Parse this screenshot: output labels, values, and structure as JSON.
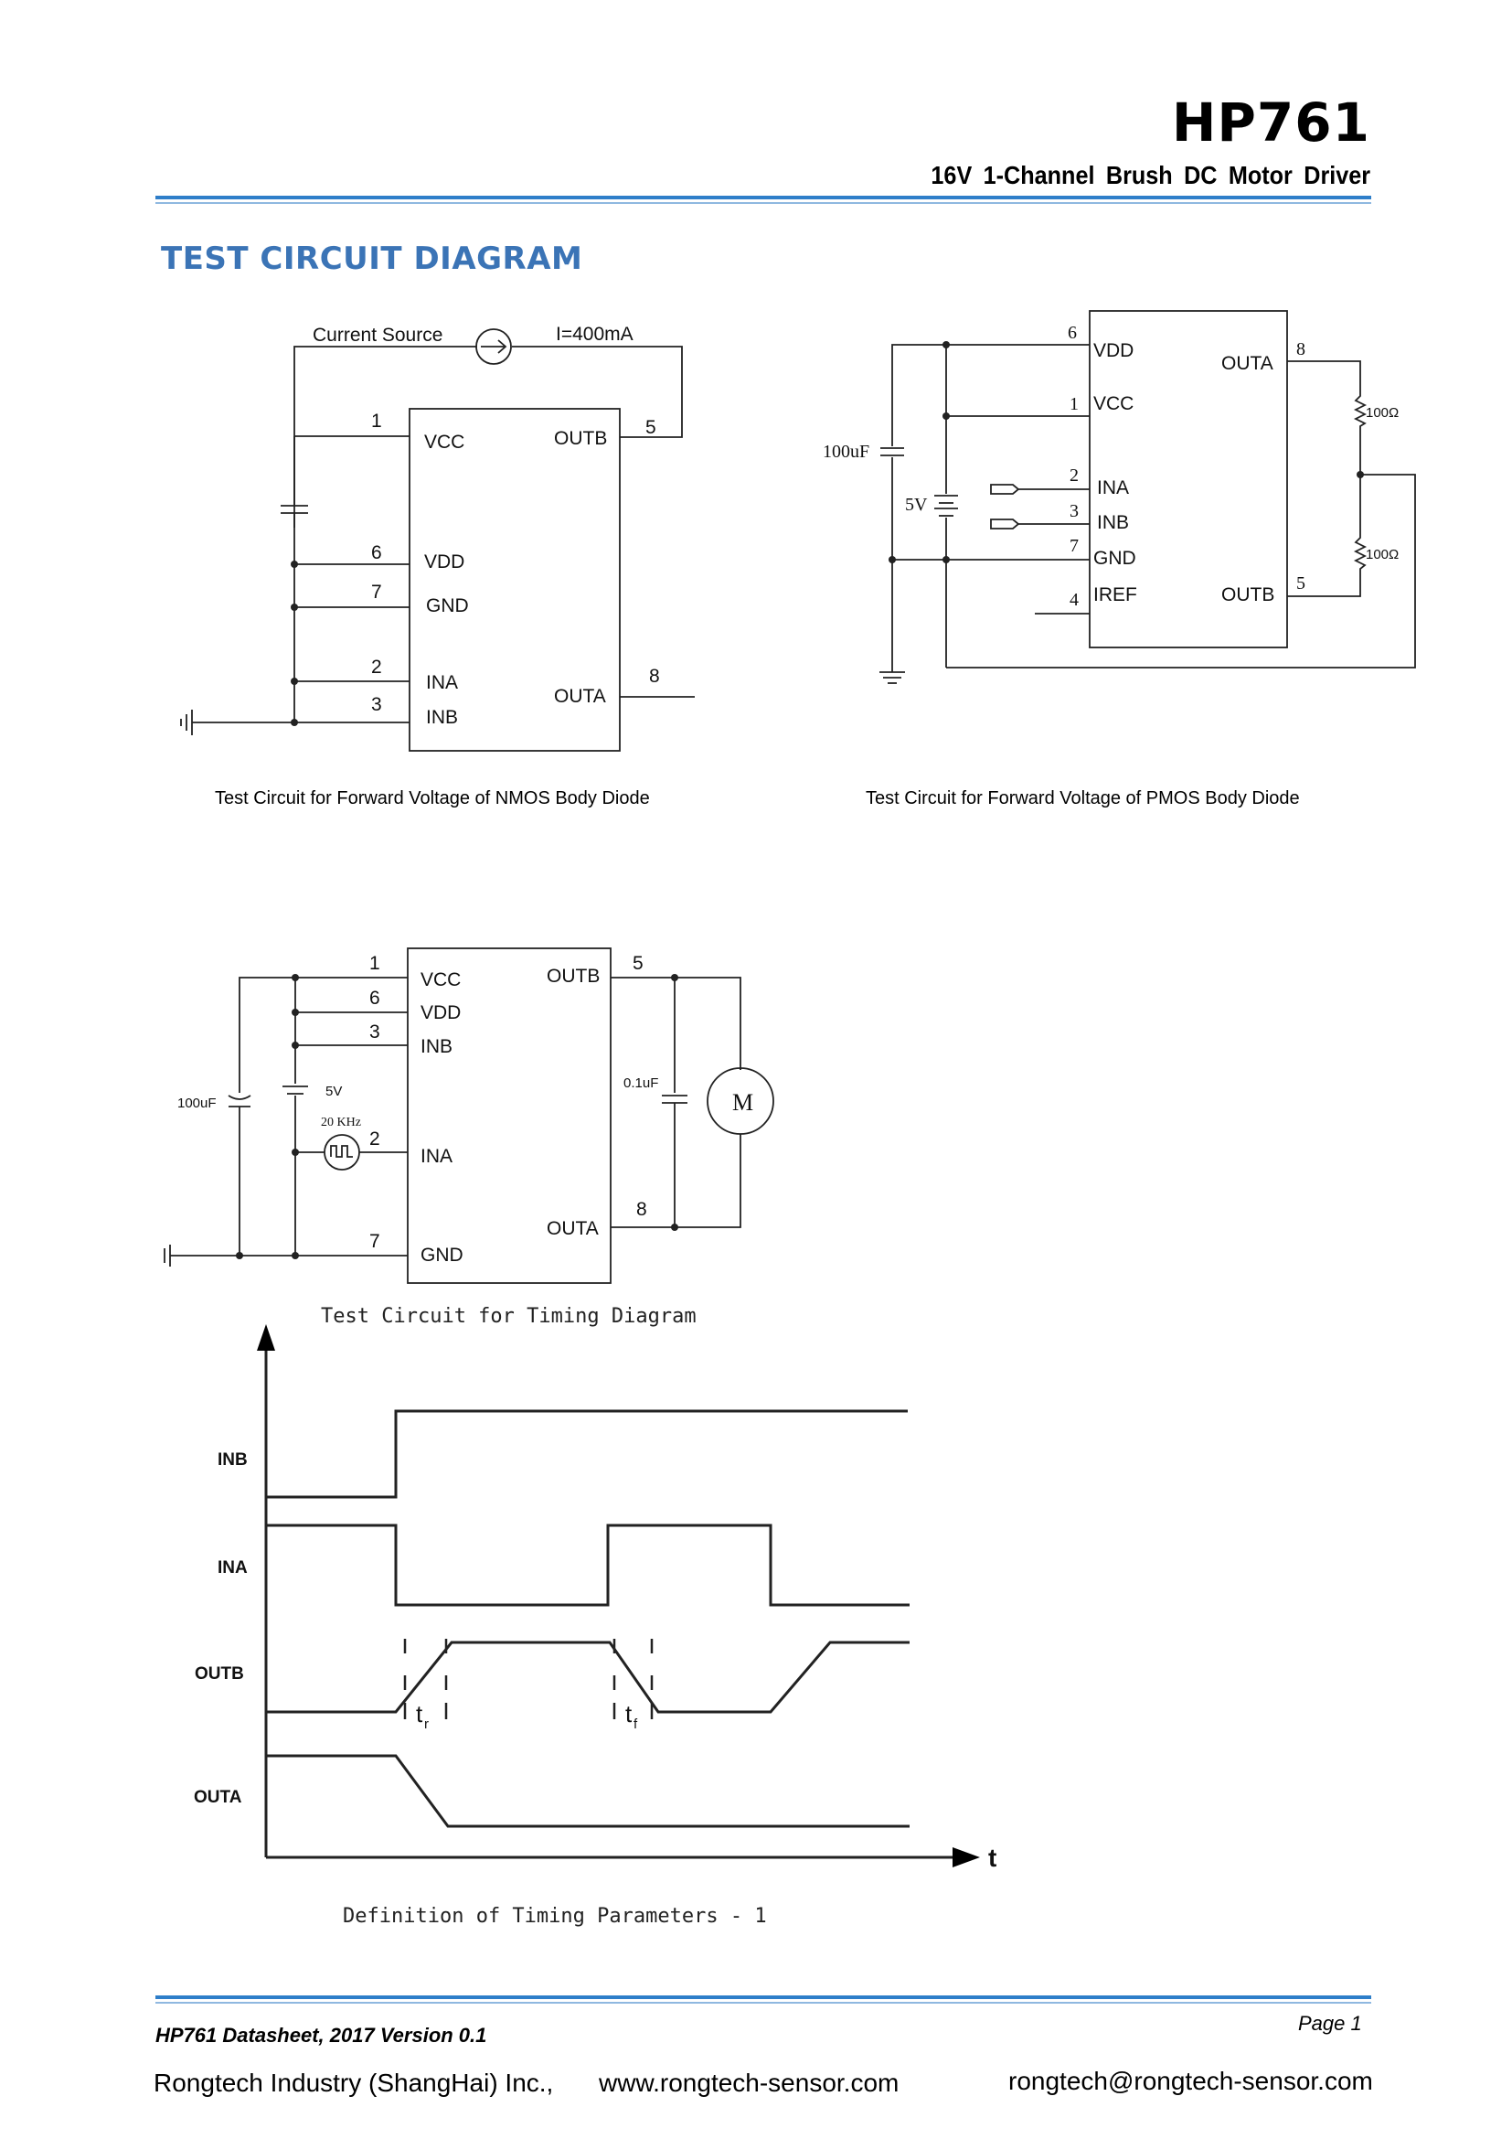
{
  "header": {
    "title": "HP761",
    "subtitle": "16V 1-Channel Brush DC Motor Driver"
  },
  "section_title": "TEST CIRCUIT DIAGRAM",
  "circuit1": {
    "source_label": "Current Source",
    "current_label": "I=400mA",
    "caption": "Test Circuit for Forward Voltage of NMOS Body Diode",
    "pins": {
      "vcc": "VCC",
      "vdd": "VDD",
      "gnd": "GND",
      "ina": "INA",
      "inb": "INB",
      "outb": "OUTB",
      "outa": "OUTA",
      "n1": "1",
      "n6": "6",
      "n7": "7",
      "n2": "2",
      "n3": "3",
      "n5": "5",
      "n8": "8"
    }
  },
  "circuit2": {
    "cap_label": "100uF",
    "supply_label": "5V",
    "res_top": "100Ω",
    "res_bottom": "100Ω",
    "caption": "Test Circuit for Forward Voltage of PMOS Body Diode",
    "pins": {
      "vdd": "VDD",
      "vcc": "VCC",
      "ina": "INA",
      "inb": "INB",
      "gnd": "GND",
      "iref": "IREF",
      "outa": "OUTA",
      "outb": "OUTB",
      "n6": "6",
      "n1": "1",
      "n2": "2",
      "n3": "3",
      "n7": "7",
      "n4": "4",
      "n8": "8",
      "n5": "5"
    }
  },
  "circuit3": {
    "cap_label": "100uF",
    "supply_label": "5V",
    "freq_label": "20 KHz",
    "cap2_label": "0.1uF",
    "motor_label": "M",
    "caption": "Test Circuit for Timing Diagram",
    "pins": {
      "vcc": "VCC",
      "vdd": "VDD",
      "inb": "INB",
      "ina": "INA",
      "gnd": "GND",
      "outb": "OUTB",
      "outa": "OUTA",
      "n1": "1",
      "n6": "6",
      "n3": "3",
      "n2": "2",
      "n7": "7",
      "n5": "5",
      "n8": "8"
    }
  },
  "timing": {
    "signals": [
      "INB",
      "INA",
      "OUTB",
      "OUTA"
    ],
    "axis_label": "t",
    "tr_main": "t",
    "tr_sub": "r",
    "tf_main": "t",
    "tf_sub": "f",
    "caption": "Definition of Timing Parameters - 1"
  },
  "footer": {
    "doc": "HP761 Datasheet, 2017 Version 0.1",
    "page": "Page 1",
    "company": "Rongtech Industry (ShangHai) Inc.,",
    "website": "www.rongtech-sensor.com",
    "email": "rongtech@rongtech-sensor.com"
  }
}
